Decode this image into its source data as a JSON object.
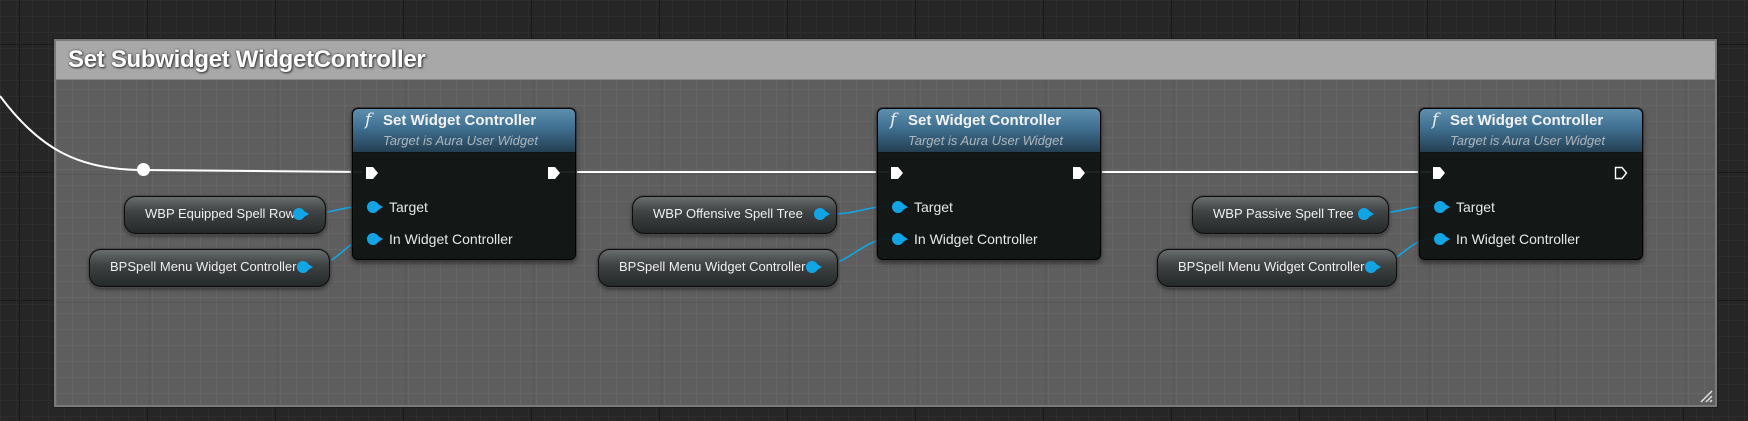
{
  "comment": {
    "title": "Set Subwidget WidgetController"
  },
  "function_nodes": [
    {
      "glyph": "f",
      "title": "Set Widget Controller",
      "subtitle": "Target is Aura User Widget",
      "pins": {
        "target": "Target",
        "controller": "In Widget Controller"
      }
    },
    {
      "glyph": "f",
      "title": "Set Widget Controller",
      "subtitle": "Target is Aura User Widget",
      "pins": {
        "target": "Target",
        "controller": "In Widget Controller"
      }
    },
    {
      "glyph": "f",
      "title": "Set Widget Controller",
      "subtitle": "Target is Aura User Widget",
      "pins": {
        "target": "Target",
        "controller": "In Widget Controller"
      }
    }
  ],
  "variable_nodes": [
    {
      "label": "WBP Equipped Spell Row"
    },
    {
      "label": "BPSpell Menu Widget Controller"
    },
    {
      "label": "WBP Offensive Spell Tree"
    },
    {
      "label": "BPSpell Menu Widget Controller"
    },
    {
      "label": "WBP Passive Spell Tree"
    },
    {
      "label": "BPSpell Menu Widget Controller"
    }
  ],
  "colors": {
    "object_pin": "#12a5e6",
    "exec_wire": "#ffffff",
    "function_header": "#3f6f90",
    "comment_header": "#a8a8a8"
  }
}
